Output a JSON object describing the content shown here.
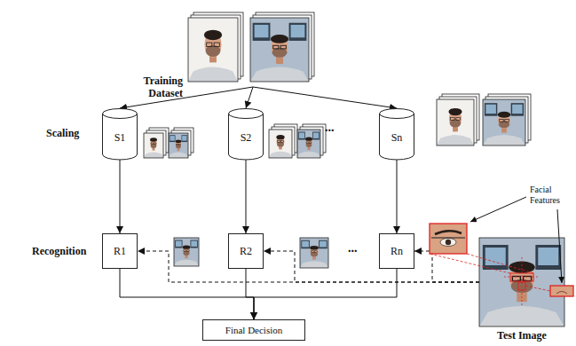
{
  "diagram": {
    "nodes": [
      {
        "text": [
          "Training Dataset"
        ]
      },
      {
        "text": [
          "S1"
        ]
      },
      {
        "text": [
          "S2"
        ]
      },
      {
        "text": [
          "Sn"
        ]
      },
      {
        "text": [
          "R1"
        ]
      },
      {
        "text": [
          "R2"
        ]
      },
      {
        "text": [
          "Rn"
        ]
      },
      {
        "text": [
          "Final Decision"
        ]
      },
      {
        "text": [
          "Test Image"
        ]
      }
    ],
    "edges": [
      {
        "from": 0,
        "to": 1,
        "arrow": "to"
      },
      {
        "from": 0,
        "to": 2,
        "arrow": "to"
      },
      {
        "from": 0,
        "to": 3,
        "arrow": "to"
      },
      {
        "from": 1,
        "to": 4,
        "arrow": "to"
      },
      {
        "from": 2,
        "to": 5,
        "arrow": "to"
      },
      {
        "from": 3,
        "to": 6,
        "arrow": "to"
      },
      {
        "from": 4,
        "to": 7,
        "arrow": "to"
      },
      {
        "from": 5,
        "to": 7,
        "arrow": "to"
      },
      {
        "from": 6,
        "to": 7,
        "arrow": "to"
      },
      {
        "from": 8,
        "to": 4,
        "arrow": "to"
      },
      {
        "from": 8,
        "to": 5,
        "arrow": "to"
      },
      {
        "from": 8,
        "to": 6,
        "arrow": "to"
      }
    ],
    "labels": [
      "Scaling",
      "Recognition",
      "...",
      "...",
      "Facial Features"
    ]
  }
}
